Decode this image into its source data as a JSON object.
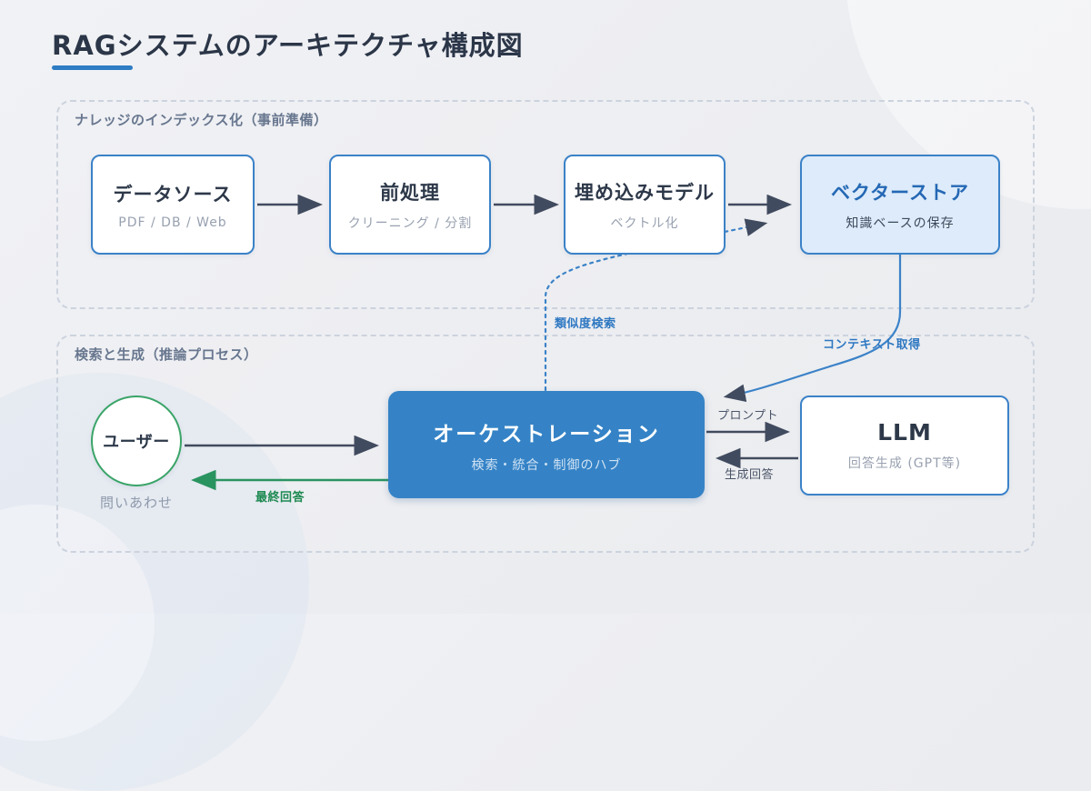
{
  "title": {
    "text": "RAGシステムのアーキテクチャ構成図"
  },
  "sections": {
    "indexing": {
      "label": "ナレッジのインデックス化（事前準備）"
    },
    "inference": {
      "label": "検索と生成（推論プロセス）"
    }
  },
  "nodes": {
    "data_source": {
      "title": "データソース",
      "subtitle": "PDF / DB / Web"
    },
    "preprocessing": {
      "title": "前処理",
      "subtitle": "クリーニング / 分割"
    },
    "embedding_model": {
      "title": "埋め込みモデル",
      "subtitle": "ベクトル化"
    },
    "vector_store": {
      "title": "ベクターストア",
      "subtitle": "知識ベースの保存"
    },
    "user": {
      "title": "ユーザー",
      "subtitle": "問いあわせ"
    },
    "orchestration": {
      "title": "オーケストレーション",
      "subtitle": "検索・統合・制御のハブ"
    },
    "llm": {
      "title": "LLM",
      "subtitle": "回答生成 (GPT等)"
    }
  },
  "edges": {
    "similarity_search": {
      "label": "類似度検索"
    },
    "context_fetch": {
      "label": "コンテキスト取得"
    },
    "prompt": {
      "label": "プロンプト"
    },
    "generated_answer": {
      "label": "生成回答"
    },
    "final_answer": {
      "label": "最終回答"
    }
  },
  "colors": {
    "accent_blue": "#3b82c8",
    "orchestration_fill": "#3583c6",
    "vector_store_fill": "#ddebfa",
    "dark_navy": "#2d3849",
    "arrow_slate": "#414b5f",
    "green": "#2a9461",
    "section_label": "#68778f",
    "muted_text": "#98a1b0"
  }
}
